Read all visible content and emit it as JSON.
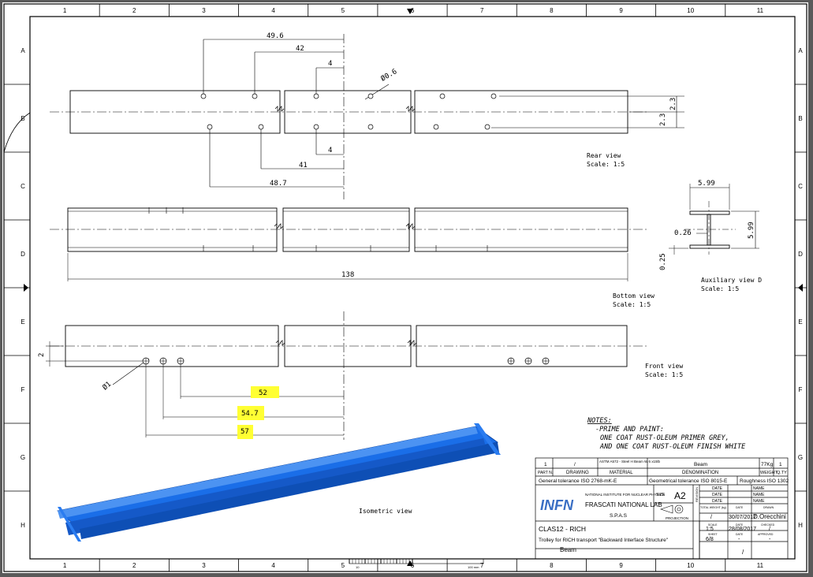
{
  "grid": {
    "columns": [
      "1",
      "2",
      "3",
      "4",
      "5",
      "6",
      "7",
      "8",
      "9",
      "10",
      "11"
    ],
    "rows": [
      "A",
      "B",
      "C",
      "D",
      "E",
      "F",
      "G",
      "H"
    ]
  },
  "dims": {
    "rear_49_6": "49.6",
    "rear_42": "42",
    "rear_4_top": "4",
    "rear_hole": "Ø0.6",
    "rear_4_bot": "4",
    "rear_41": "41",
    "rear_48_7": "48.7",
    "rear_2_3a": "2.3",
    "rear_2_3b": "2.3",
    "bottom_138": "138",
    "aux_5_99_top": "5.99",
    "aux_5_99_side": "5.99",
    "aux_0_26": "0.26",
    "aux_0_25": "0.25",
    "front_2": "2",
    "front_d1": "Ø1",
    "front_52": "52",
    "front_54_7": "54.7",
    "front_57": "57"
  },
  "views": {
    "rear": "Rear view",
    "rear_scale": "Scale: 1:5",
    "bottom": "Bottom view",
    "bottom_scale": "Scale: 1:5",
    "aux": "Auxiliary view D",
    "aux_scale": "Scale: 1:5",
    "front": "Front view",
    "front_scale": "Scale: 1:5",
    "iso": "Isometric view"
  },
  "notes": {
    "title": "NOTES:",
    "line1": "-PRIME AND PAINT:",
    "line2": "ONE COAT RUST-OLEUM PRIMER GREY,",
    "line3": "AND ONE COAT RUST-OLEUM FINISH WHITE"
  },
  "title_block": {
    "qty_row": {
      "part": "1",
      "drawing": "/",
      "material": "ASTM A572 - Steel H Beam W 6 x15lb",
      "denomination": "Beam",
      "weight": "77Kg",
      "qty": "1"
    },
    "head_row": {
      "part": "PART N.",
      "drawing": "DRAWING",
      "material": "MATERIAL",
      "denomination": "DENOMINATION",
      "weight": "WEIGHT",
      "qty": "Q.TY"
    },
    "tol_general": "General tolerance ISO 2768-mK-E",
    "tol_geom": "Geometrical tolerance ISO 8015-E",
    "roughness": "Roughness ISO 1302",
    "logo": "INFN",
    "institute": "NATIONAL INSTITUTE FOR NUCLEAR PHYSICS",
    "lab": "FRASCATI NATIONAL LAB",
    "dept": "S.P.A.S",
    "size_label": "SIZE",
    "size": "A2",
    "projection": "PROJECTION",
    "revision": "REVISION",
    "date_label": "DATE",
    "name_label": "NAME",
    "drawn_label": "DRAWN",
    "total_weight_label": "TOTAL WEIGHT (kg)",
    "scale_label": "SCALE",
    "sheet_label": "SHEET",
    "checked_label": "CHECKED",
    "approved_label": "APPROVED",
    "total_weight": "/",
    "date_drawn": "30/07/2017",
    "drawn_by": "D.Orecchini",
    "scale": "1:5",
    "date_checked": "28/08/2017",
    "checked_by": "/",
    "sheet": "6/8",
    "approved_date": "-",
    "approved_by": "-",
    "project": "CLAS12 - RICH",
    "subtitle": "Trolley for RICH transport \"Backward Interface Structure\"",
    "part_name": "Beam",
    "slash": "/"
  },
  "scale_bar": {
    "start": "10",
    "end": "100 mm"
  },
  "colors": {
    "highlight": "#ffff33",
    "beam_blue": "#1a6ee8"
  }
}
